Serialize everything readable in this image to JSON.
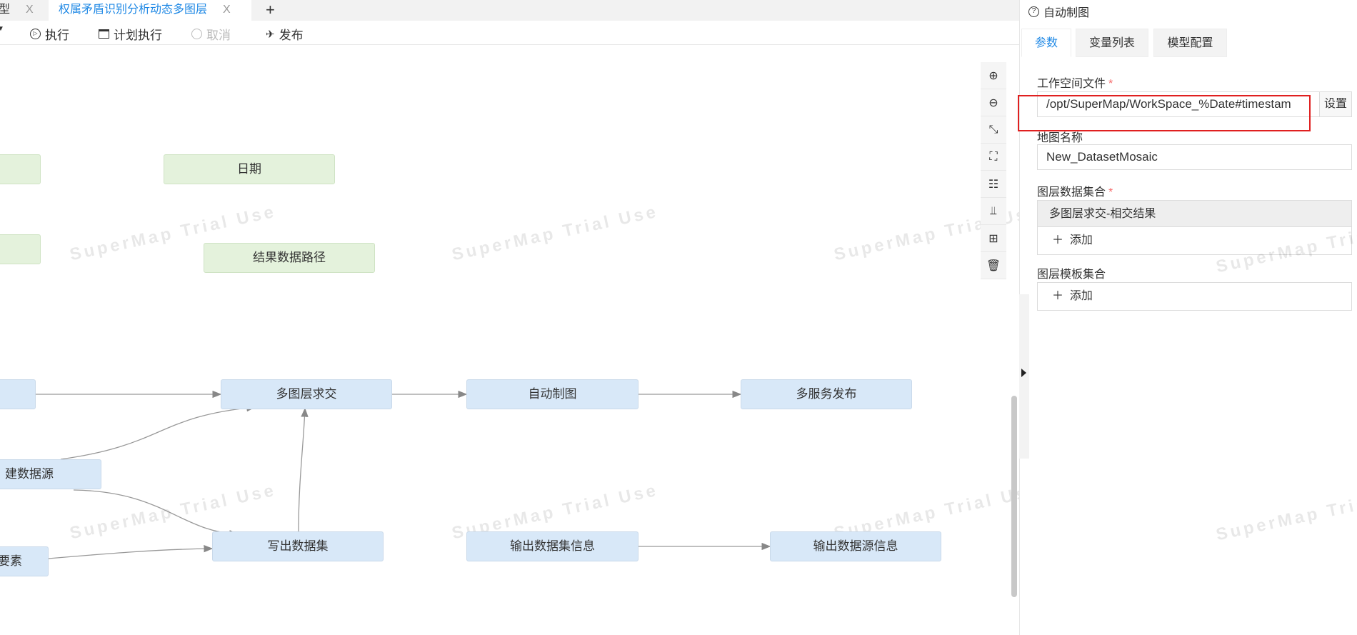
{
  "tabs": [
    {
      "label": "型",
      "close": "X"
    },
    {
      "label": "权属矛盾识别分析动态多图层",
      "close": "X"
    }
  ],
  "new_tab": "+",
  "toolbar": {
    "run": "执行",
    "schedule": "计划执行",
    "cancel": "取消",
    "publish": "发布"
  },
  "nodes": {
    "n_green1": "",
    "date": "日期",
    "n_green2": "",
    "result_path": "结果数据路径",
    "n_left": "",
    "intersect": "多图层求交",
    "auto_map": "自动制图",
    "publish_multi": "多服务发布",
    "create_ds": "建数据源",
    "write_dataset": "写出数据集",
    "feature": "要素",
    "out_dataset_info": "输出数据集信息",
    "out_datasource_info": "输出数据源信息"
  },
  "watermark": "SuperMap Trial Use",
  "panel": {
    "title": "自动制图",
    "tabs": [
      "参数",
      "变量列表",
      "模型配置"
    ],
    "workspace_label": "工作空间文件",
    "workspace_value": "/opt/SuperMap/WorkSpace_%Date#timestam",
    "set_button": "设置",
    "map_name_label": "地图名称",
    "map_name_value": "New_DatasetMosaic",
    "layer_data_label": "图层数据集合",
    "layer_data_items": [
      "多图层求交-相交结果"
    ],
    "add": "添加",
    "layer_template_label": "图层模板集合",
    "required": "*"
  },
  "colors": {
    "accent": "#1e88e5",
    "node_blue": "#d8e8f8",
    "node_green": "#e4f2dc",
    "highlight": "#e02020"
  }
}
